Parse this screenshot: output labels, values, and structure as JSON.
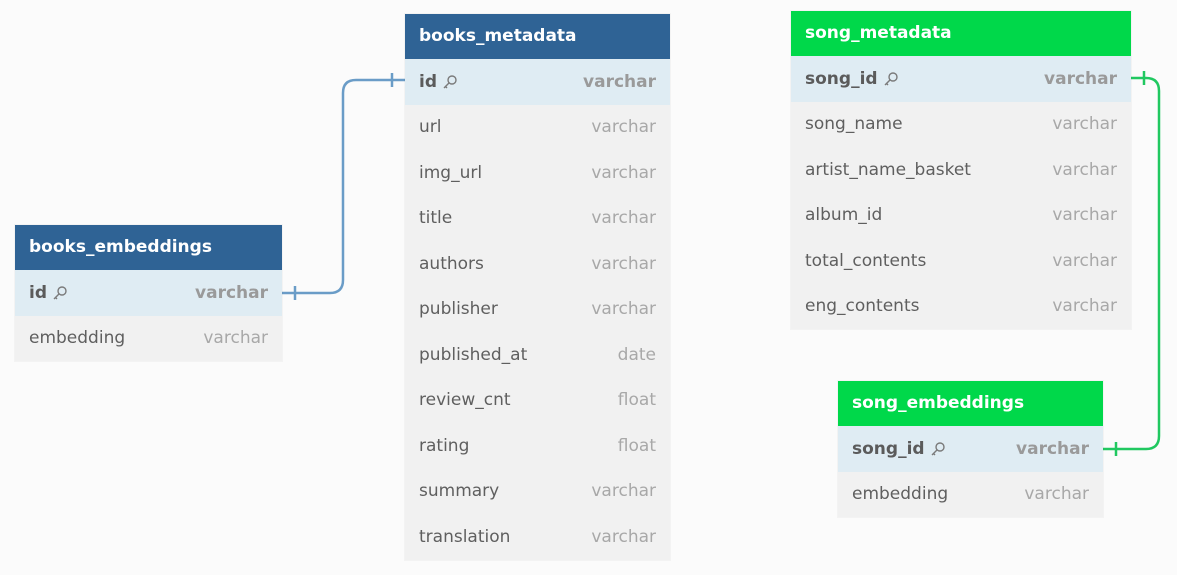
{
  "colors": {
    "books_header": "#2f6395",
    "song_header": "#00d84a",
    "books_connector": "#6a9cc7",
    "song_connector": "#20c860"
  },
  "tables": {
    "books_embeddings": {
      "name": "books_embeddings",
      "columns": [
        {
          "name": "id",
          "type": "varchar",
          "pk": true
        },
        {
          "name": "embedding",
          "type": "varchar",
          "pk": false
        }
      ]
    },
    "books_metadata": {
      "name": "books_metadata",
      "columns": [
        {
          "name": "id",
          "type": "varchar",
          "pk": true
        },
        {
          "name": "url",
          "type": "varchar",
          "pk": false
        },
        {
          "name": "img_url",
          "type": "varchar",
          "pk": false
        },
        {
          "name": "title",
          "type": "varchar",
          "pk": false
        },
        {
          "name": "authors",
          "type": "varchar",
          "pk": false
        },
        {
          "name": "publisher",
          "type": "varchar",
          "pk": false
        },
        {
          "name": "published_at",
          "type": "date",
          "pk": false
        },
        {
          "name": "review_cnt",
          "type": "float",
          "pk": false
        },
        {
          "name": "rating",
          "type": "float",
          "pk": false
        },
        {
          "name": "summary",
          "type": "varchar",
          "pk": false
        },
        {
          "name": "translation",
          "type": "varchar",
          "pk": false
        }
      ]
    },
    "song_metadata": {
      "name": "song_metadata",
      "columns": [
        {
          "name": "song_id",
          "type": "varchar",
          "pk": true
        },
        {
          "name": "song_name",
          "type": "varchar",
          "pk": false
        },
        {
          "name": "artist_name_basket",
          "type": "varchar",
          "pk": false
        },
        {
          "name": "album_id",
          "type": "varchar",
          "pk": false
        },
        {
          "name": "total_contents",
          "type": "varchar",
          "pk": false
        },
        {
          "name": "eng_contents",
          "type": "varchar",
          "pk": false
        }
      ]
    },
    "song_embeddings": {
      "name": "song_embeddings",
      "columns": [
        {
          "name": "song_id",
          "type": "varchar",
          "pk": true
        },
        {
          "name": "embedding",
          "type": "varchar",
          "pk": false
        }
      ]
    }
  },
  "relations": [
    {
      "from": "books_embeddings.id",
      "to": "books_metadata.id",
      "cardinality": "one-to-one"
    },
    {
      "from": "song_metadata.song_id",
      "to": "song_embeddings.song_id",
      "cardinality": "one-to-one"
    }
  ]
}
